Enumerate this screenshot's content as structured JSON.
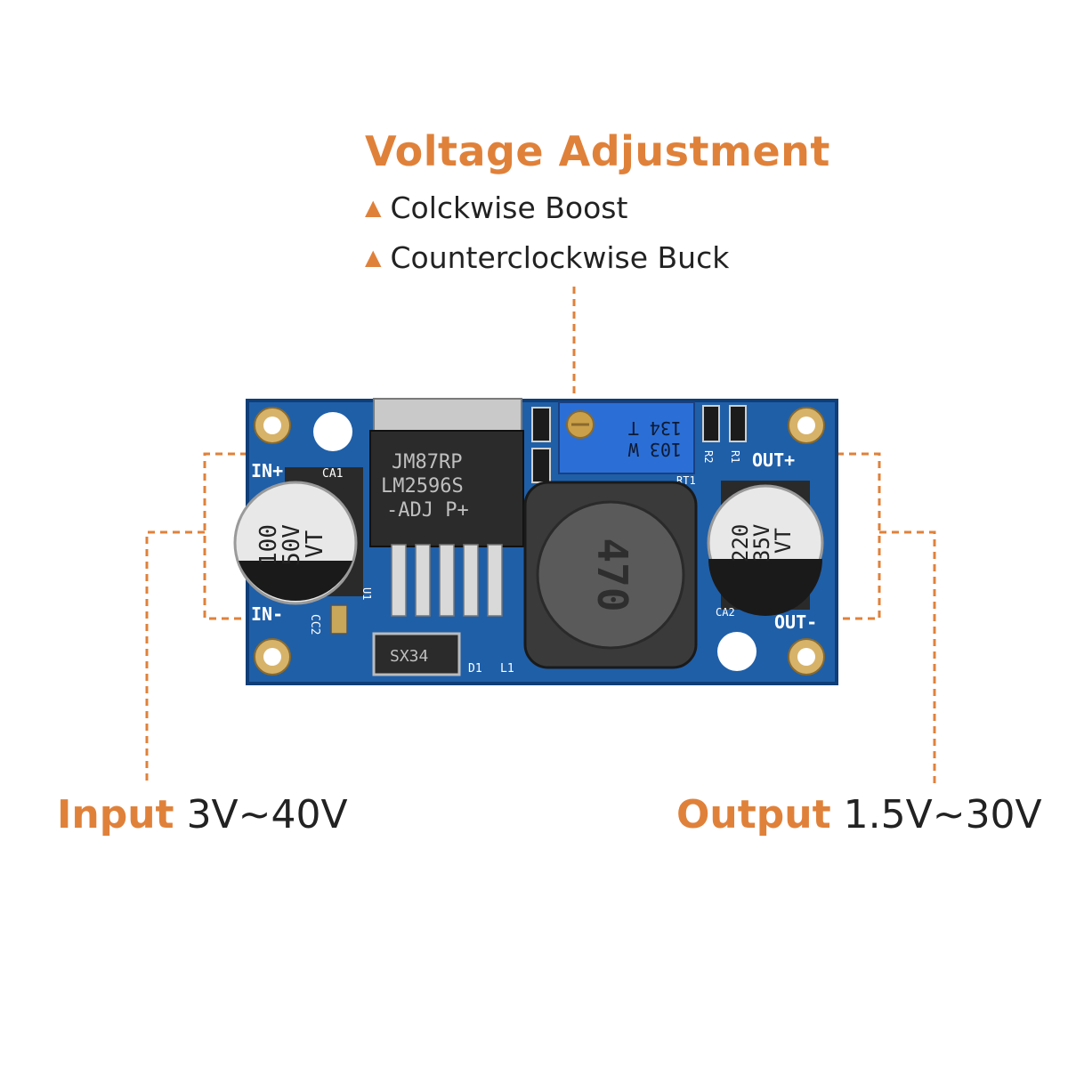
{
  "heading": {
    "title": "Voltage Adjustment",
    "bullets": [
      "Colckwise Boost",
      "Counterclockwise Buck"
    ]
  },
  "input": {
    "label": "Input",
    "value": "3V~40V"
  },
  "output": {
    "label": "Output",
    "value": "1.5V~30V"
  },
  "board": {
    "pins": {
      "in_plus": "IN+",
      "in_minus": "IN-",
      "out_plus": "OUT+",
      "out_minus": "OUT-"
    },
    "silk": {
      "ca1": "CA1",
      "ca2": "CA2",
      "cc2": "CC2",
      "d1": "D1",
      "l1": "L1",
      "rt1": "RT1",
      "r2": "R2",
      "r1": "R1",
      "u1": "U1"
    },
    "ic": {
      "line1": "JM87RP",
      "line2": "LM2596S",
      "line3": "-ADJ  P+"
    },
    "cap_in": {
      "line1": "100",
      "line2": "50V",
      "line3": "VT"
    },
    "cap_out": {
      "line1": "220",
      "line2": "35V",
      "line3": "VT"
    },
    "trimpot": {
      "line1": "103 W",
      "line2": "134 T"
    },
    "inductor": "470",
    "diode": "SX34"
  },
  "colors": {
    "accent": "#e0813a",
    "pcb": "#1f5fa8",
    "pcb_dark": "#0f3e78",
    "trimpot": "#2b6fd6"
  }
}
